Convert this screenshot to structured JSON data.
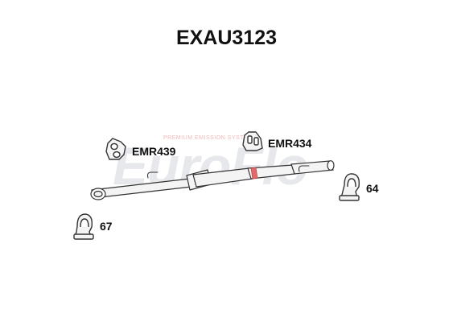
{
  "title": "EXAU3123",
  "watermark": {
    "brand": "EuroFlo",
    "tagline": "PREMIUM EMISSION SYSTEMS",
    "colors": {
      "text": "#e6e8ec",
      "tagline": "#f0b8b8"
    }
  },
  "parts": [
    {
      "label": "EMR439",
      "kind": "rubber-hanger-icon"
    },
    {
      "label": "EMR434",
      "kind": "rubber-hanger-icon"
    },
    {
      "label": "64",
      "kind": "u-clamp-icon"
    },
    {
      "label": "67",
      "kind": "u-clamp-icon"
    }
  ],
  "colors": {
    "outline": "#333333",
    "pipe_fill": "#f4f4f4",
    "weld_band": "#e06a6a"
  }
}
